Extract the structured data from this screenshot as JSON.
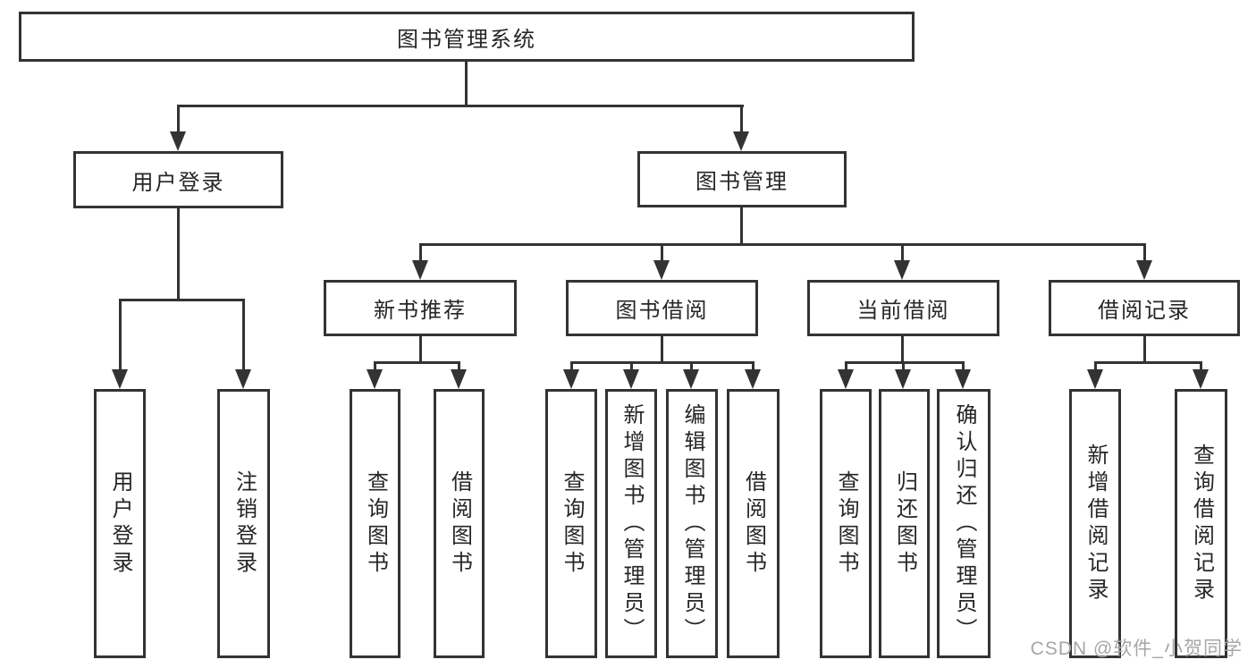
{
  "tree": {
    "root": {
      "label": "图书管理系统"
    },
    "level2": [
      {
        "label": "用户登录",
        "children": [
          {
            "label": "用户登录"
          },
          {
            "label": "注销登录"
          }
        ]
      },
      {
        "label": "图书管理",
        "children": [
          {
            "label": "新书推荐",
            "children": [
              {
                "label": "查询图书"
              },
              {
                "label": "借阅图书"
              }
            ]
          },
          {
            "label": "图书借阅",
            "children": [
              {
                "label": "查询图书"
              },
              {
                "label": "新增图书（管理员）"
              },
              {
                "label": "编辑图书（管理员）"
              },
              {
                "label": "借阅图书"
              }
            ]
          },
          {
            "label": "当前借阅",
            "children": [
              {
                "label": "查询图书"
              },
              {
                "label": "归还图书"
              },
              {
                "label": "确认归还（管理员）"
              }
            ]
          },
          {
            "label": "借阅记录",
            "children": [
              {
                "label": "新增借阅记录"
              },
              {
                "label": "查询借阅记录"
              }
            ]
          }
        ]
      }
    ]
  },
  "watermark": {
    "text": "CSDN @软件_小贺同学"
  },
  "colors": {
    "line": "#333333",
    "text": "#262626",
    "background": "#ffffff",
    "watermark": "#a6a6a6"
  }
}
